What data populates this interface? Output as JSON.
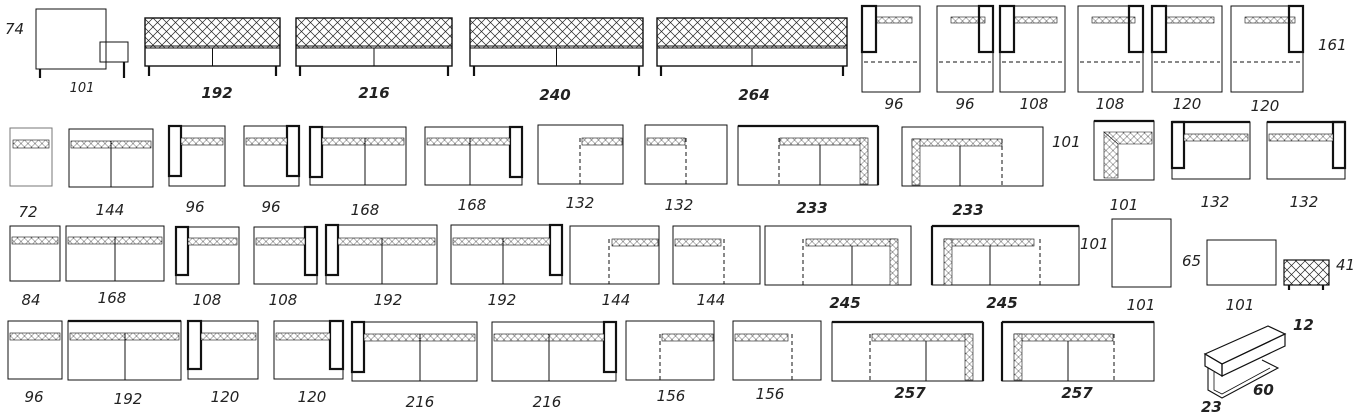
{
  "dimensions": {
    "hero_depth": "74",
    "hero_width": "101",
    "sofa_widths": [
      "192",
      "216",
      "240",
      "264"
    ],
    "row1_modules": [
      "96",
      "96",
      "108",
      "108",
      "120",
      "120"
    ],
    "row1_depth": "161",
    "row2_modules": [
      "72",
      "144",
      "96",
      "96",
      "168",
      "168",
      "132",
      "132",
      "233",
      "233"
    ],
    "row2_depth": "101",
    "row3_modules": [
      "84",
      "168",
      "108",
      "108",
      "192",
      "192",
      "144",
      "144",
      "245",
      "245"
    ],
    "row4_modules": [
      "96",
      "192",
      "120",
      "120",
      "216",
      "216",
      "156",
      "156",
      "257",
      "257"
    ],
    "corners": [
      "101",
      "132",
      "132"
    ],
    "ottoman_depth": "101",
    "ottoman_width": "101",
    "pouf_depth": "65",
    "pouf_width": "101",
    "stool_height": "41",
    "bench_height": "12",
    "bench_depth": "60",
    "bench_width": "23"
  }
}
